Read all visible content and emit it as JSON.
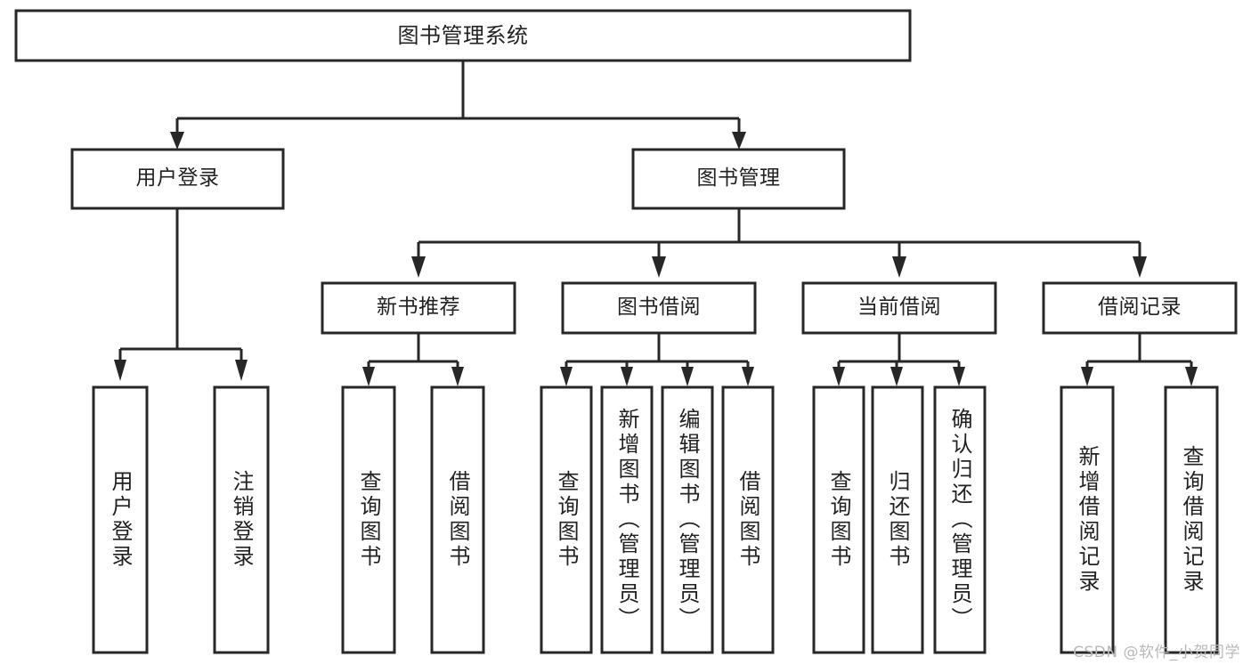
{
  "diagram": {
    "type": "tree-hierarchy",
    "orientation": "top-down",
    "watermark": "CSDN @软件_小贺同学",
    "colors": {
      "stroke": "#272727",
      "fill": "#ffffff",
      "text": "#222222",
      "watermark": "#b9b9b9",
      "background": "#ffffff"
    },
    "root": {
      "label": "图书管理系统",
      "orientation": "horizontal"
    },
    "level2": [
      {
        "label": "用户登录",
        "orientation": "horizontal"
      },
      {
        "label": "图书管理",
        "orientation": "horizontal"
      }
    ],
    "level3": [
      {
        "label": "新书推荐",
        "orientation": "horizontal",
        "parent": "图书管理"
      },
      {
        "label": "图书借阅",
        "orientation": "horizontal",
        "parent": "图书管理"
      },
      {
        "label": "当前借阅",
        "orientation": "horizontal",
        "parent": "图书管理"
      },
      {
        "label": "借阅记录",
        "orientation": "horizontal",
        "parent": "图书管理"
      }
    ],
    "leaves": {
      "用户登录": [
        {
          "label": "用户登录",
          "orientation": "vertical"
        },
        {
          "label": "注销登录",
          "orientation": "vertical"
        }
      ],
      "新书推荐": [
        {
          "label": "查询图书",
          "orientation": "vertical"
        },
        {
          "label": "借阅图书",
          "orientation": "vertical"
        }
      ],
      "图书借阅": [
        {
          "label": "查询图书",
          "orientation": "vertical"
        },
        {
          "label": "新增图书（管理员）",
          "orientation": "vertical"
        },
        {
          "label": "编辑图书（管理员）",
          "orientation": "vertical"
        },
        {
          "label": "借阅图书",
          "orientation": "vertical"
        }
      ],
      "当前借阅": [
        {
          "label": "查询图书",
          "orientation": "vertical"
        },
        {
          "label": "归还图书",
          "orientation": "vertical"
        },
        {
          "label": "确认归还（管理员）",
          "orientation": "vertical"
        }
      ],
      "借阅记录": [
        {
          "label": "新增借阅记录",
          "orientation": "vertical"
        },
        {
          "label": "查询借阅记录",
          "orientation": "vertical"
        }
      ]
    },
    "labels_flat": {
      "root": "图书管理系统",
      "n_user_login": "用户登录",
      "n_book_mgmt": "图书管理",
      "n_new_book_rec": "新书推荐",
      "n_book_borrow": "图书借阅",
      "n_current_borrow": "当前借阅",
      "n_borrow_record": "借阅记录",
      "l_user_login": "用户登录",
      "l_logout": "注销登录",
      "l_rec_query_book": "查询图书",
      "l_rec_borrow_book": "借阅图书",
      "l_brw_query_book": "查询图书",
      "l_brw_add_book": "新增图书（管理员）",
      "l_brw_edit_book": "编辑图书（管理员）",
      "l_brw_borrow_book": "借阅图书",
      "l_cur_query_book": "查询图书",
      "l_cur_return_book": "归还图书",
      "l_cur_confirm_return": "确认归还（管理员）",
      "l_rec_add_record": "新增借阅记录",
      "l_rec_query_record": "查询借阅记录"
    }
  }
}
